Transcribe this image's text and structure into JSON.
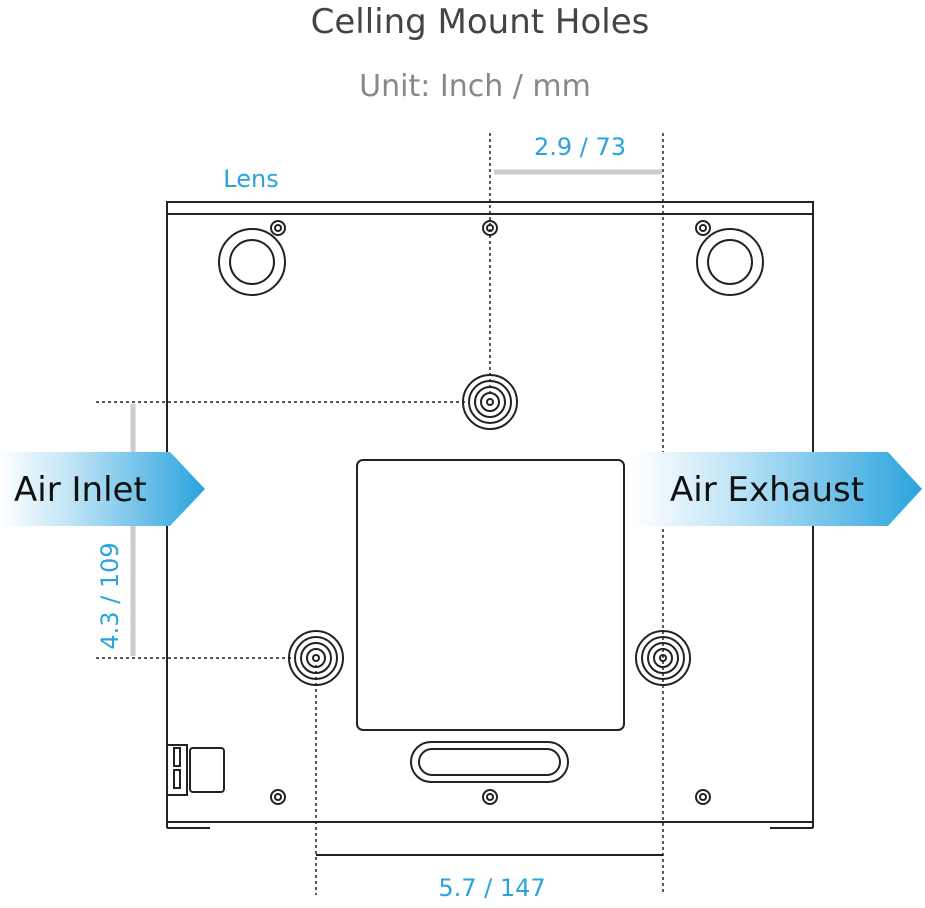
{
  "title": "Celling Mount Holes",
  "subtitle": "Unit: Inch / mm",
  "labels": {
    "lens": "Lens",
    "air_inlet": "Air Inlet",
    "air_exhaust": "Air Exhaust"
  },
  "dimensions": {
    "top": "2.9 / 73",
    "left": "4.3 / 109",
    "bottom": "5.7 / 147"
  },
  "colors": {
    "accent": "#2aa3dd",
    "outline": "#222222",
    "title": "#444444",
    "subtitle": "#888888",
    "dim_bar": "#cccccc"
  }
}
